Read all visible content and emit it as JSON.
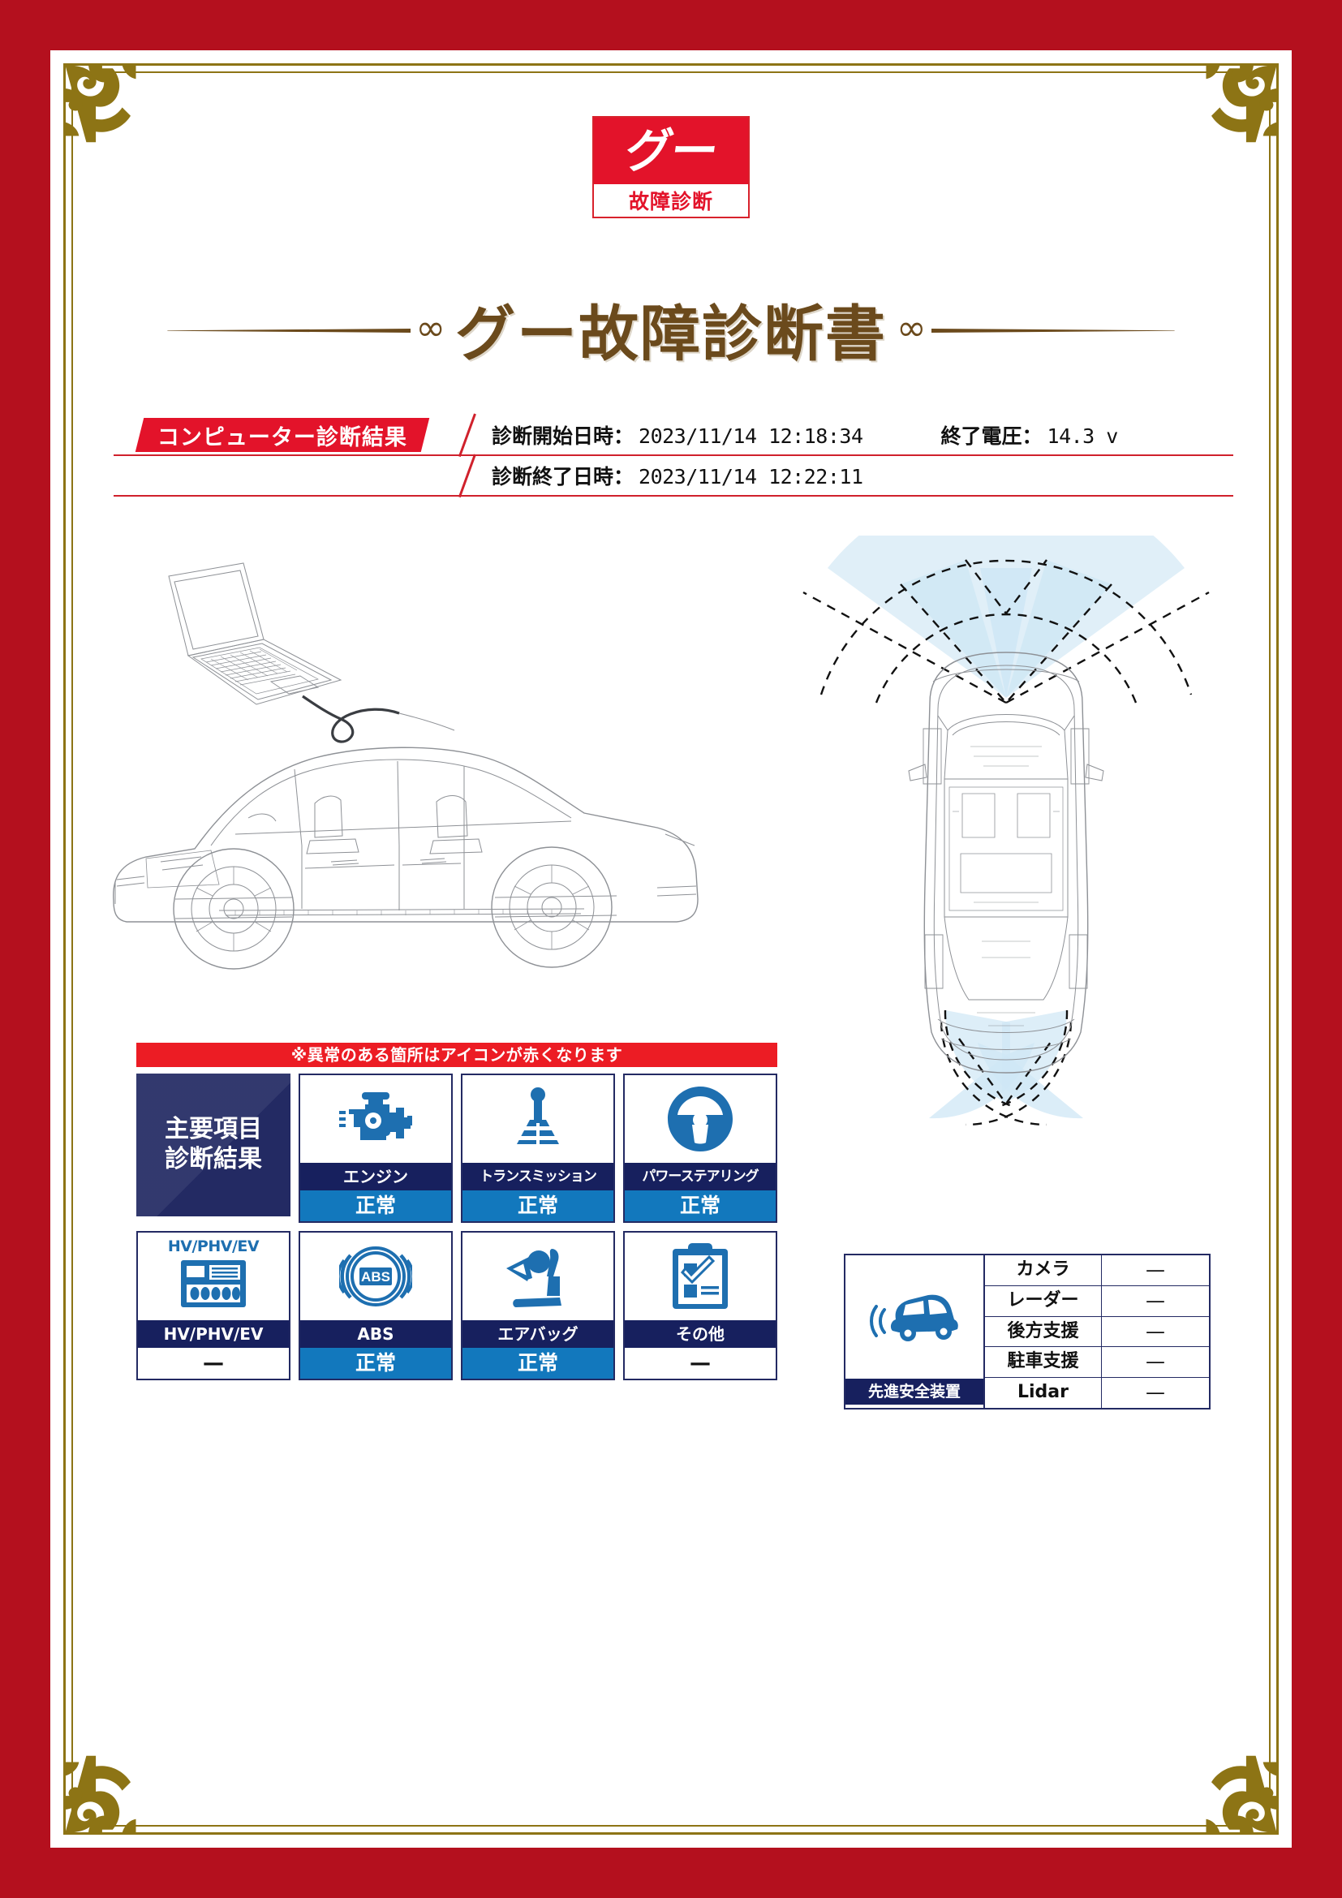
{
  "logo": {
    "mark": "グー",
    "caption": "故障診断"
  },
  "header": {
    "title": "グー故障診断書",
    "ornament_left": "∞",
    "ornament_right": "∞"
  },
  "diagnosis": {
    "banner": "コンピューター診断結果",
    "start_label": "診断開始日時：",
    "start_value": "2023/11/14 12:18:34",
    "end_label": "診断終了日時：",
    "end_value": "2023/11/14 12:22:11",
    "voltage_label": "終了電圧：",
    "voltage_value": "14.3 v"
  },
  "results": {
    "notice": "※異常のある箇所はアイコンが赤くなります",
    "section_title_line1": "主要項目",
    "section_title_line2": "診断結果",
    "items": [
      {
        "label": "エンジン",
        "status": "正常",
        "icon": "engine-icon",
        "ok": true,
        "mini": ""
      },
      {
        "label": "トランスミッション",
        "status": "正常",
        "icon": "transmission-icon",
        "ok": true,
        "mini": ""
      },
      {
        "label": "パワーステアリング",
        "status": "正常",
        "icon": "steering-wheel-icon",
        "ok": true,
        "mini": ""
      },
      {
        "label": "HV/PHV/EV",
        "status": "—",
        "icon": "battery-icon",
        "ok": false,
        "mini": "HV/PHV/EV"
      },
      {
        "label": "ABS",
        "status": "正常",
        "icon": "abs-icon",
        "ok": true,
        "mini": ""
      },
      {
        "label": "エアバッグ",
        "status": "正常",
        "icon": "airbag-icon",
        "ok": true,
        "mini": ""
      },
      {
        "label": "その他",
        "status": "—",
        "icon": "clipboard-icon",
        "ok": false,
        "mini": ""
      }
    ]
  },
  "safety": {
    "caption": "先進安全装置",
    "rows": [
      {
        "name": "カメラ",
        "value": "—"
      },
      {
        "name": "レーダー",
        "value": "—"
      },
      {
        "name": "後方支援",
        "value": "—"
      },
      {
        "name": "駐車支援",
        "value": "—"
      },
      {
        "name": "Lidar",
        "value": "—"
      }
    ]
  },
  "colors": {
    "border_red": "#b4101e",
    "accent_red": "#e3132a",
    "gold": "#8d7415",
    "title_brown": "#6b4a1c",
    "navy_dark": "#17205e",
    "navy_head": "#232a63",
    "status_blue": "#1278bd",
    "icon_blue": "#1e6fb0",
    "cone_blue": "#d7ecf7"
  }
}
